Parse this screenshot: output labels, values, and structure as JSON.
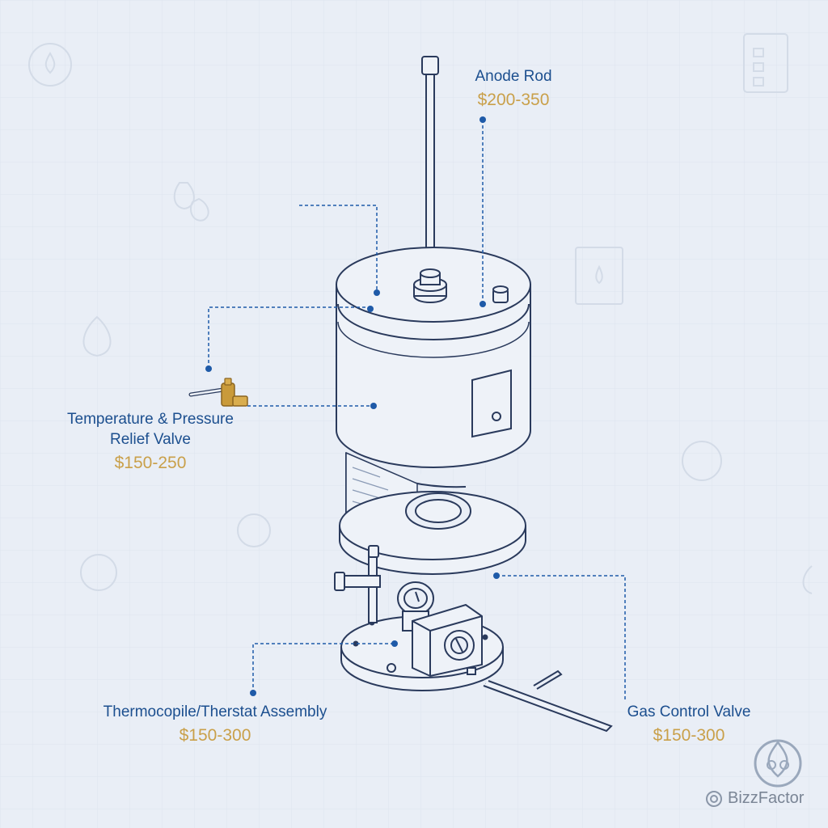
{
  "parts": [
    {
      "id": "anode",
      "name": "Anode Rod",
      "price": "$200-350"
    },
    {
      "id": "tpr",
      "name_lines": [
        "Temperature & Pressure",
        "Relief Valve"
      ],
      "price": "$150-250"
    },
    {
      "id": "thermo",
      "name": "Thermocopile/Therstat Assembly",
      "price": "$150-300"
    },
    {
      "id": "gas",
      "name": "Gas Control Valve",
      "price": "$150-300"
    }
  ],
  "brand": {
    "name": "BizzFactor"
  },
  "colors": {
    "background": "#e9eef6",
    "line": "#2a3a5c",
    "leader": "#1e5aa8",
    "label": "#1c4f8f",
    "price": "#c9a04a",
    "brass": "#c99a3a"
  }
}
